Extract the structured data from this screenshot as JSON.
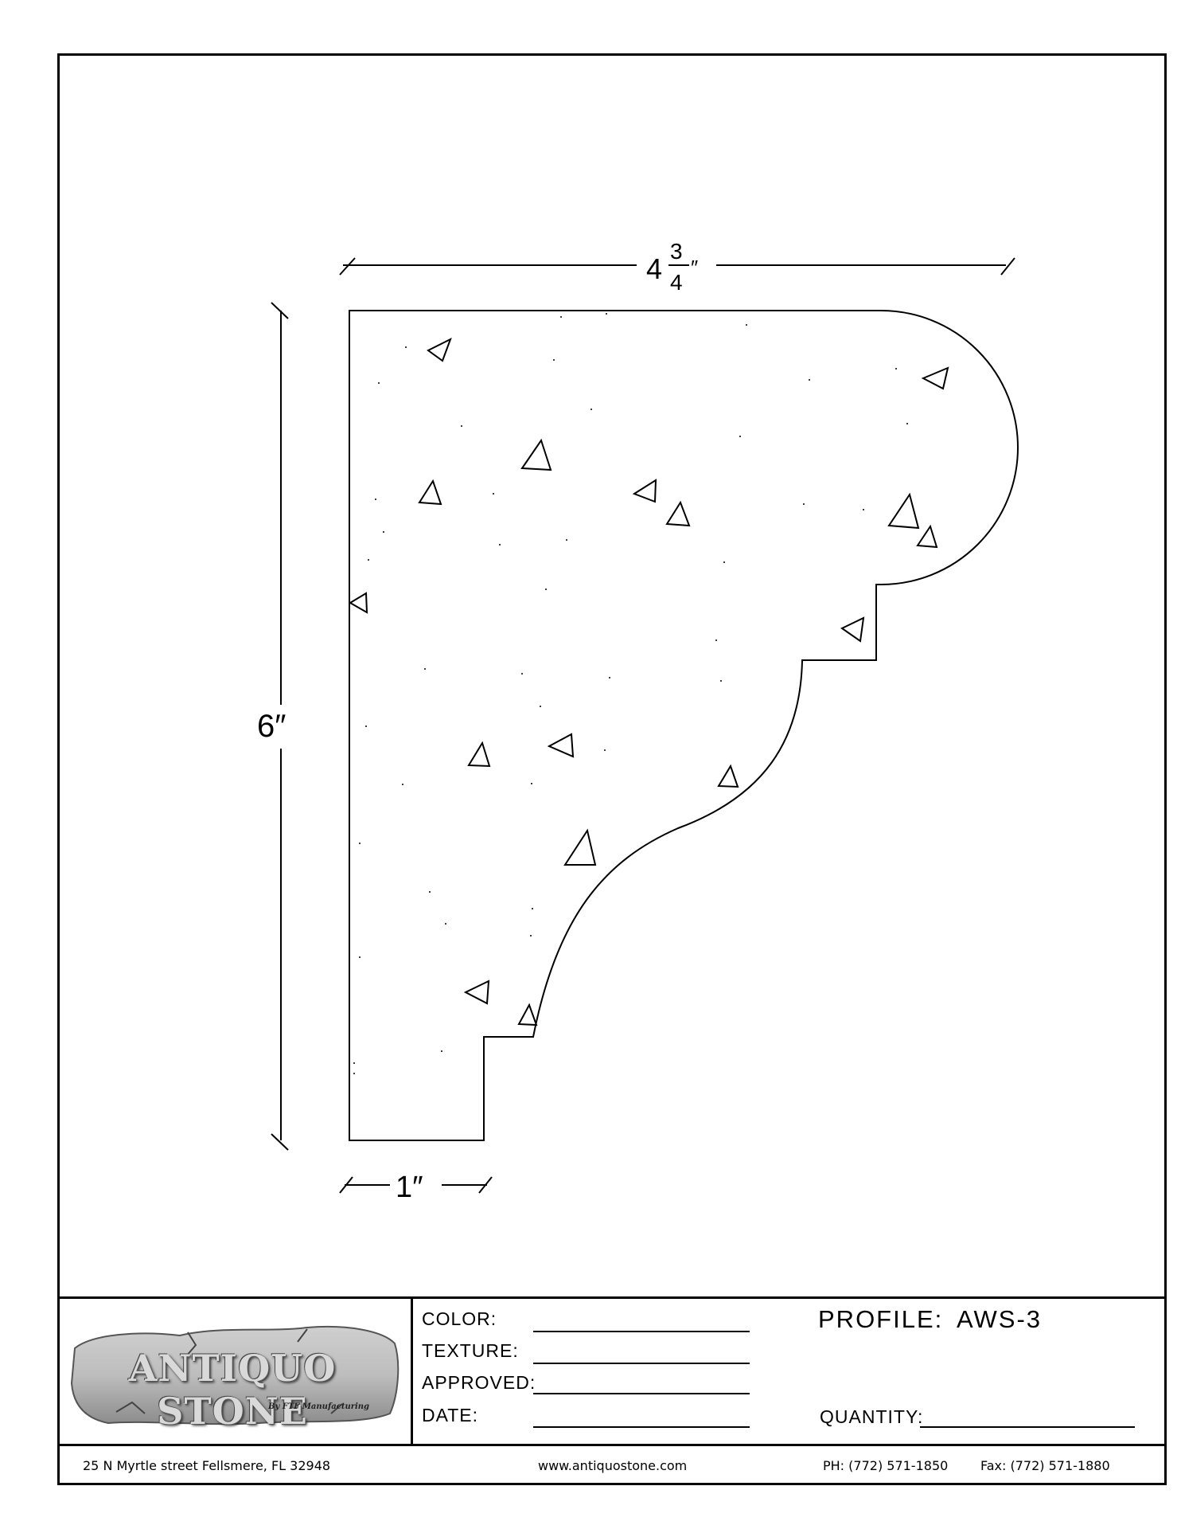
{
  "dimensions": {
    "width_whole": "4",
    "width_num": "3",
    "width_den": "4",
    "width_unit": "″",
    "height": "6″",
    "step": "1″"
  },
  "title_block": {
    "logo_text": "ANTIQUO STONE",
    "logo_subtext": "By FTF Manufacturing",
    "color_label": "COLOR:",
    "texture_label": "TEXTURE:",
    "approved_label": "APPROVED:",
    "date_label": "DATE:",
    "profile_label": "PROFILE:",
    "profile_value": "AWS-3",
    "quantity_label": "QUANTITY:"
  },
  "footer": {
    "address": "25 N Myrtle street Fellsmere, FL 32948",
    "website": "www.antiquostone.com",
    "phone": "PH: (772) 571-1850",
    "fax": "Fax: (772) 571-1880"
  }
}
